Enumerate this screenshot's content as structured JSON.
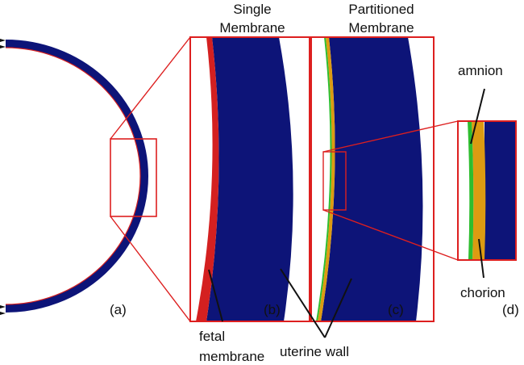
{
  "header": {
    "single_line1": "Single",
    "single_line2": "Membrane",
    "partitioned_line1": "Partitioned",
    "partitioned_line2": "Membrane"
  },
  "panels": {
    "a": "(a)",
    "b": "(b)",
    "c": "(c)",
    "d": "(d)"
  },
  "labels": {
    "fetal_line1": "fetal",
    "fetal_line2": "membrane",
    "uterine_wall": "uterine wall",
    "amnion": "amnion",
    "chorion": "chorion"
  },
  "colors": {
    "uterine_wall": "#0d1478",
    "fetal_membrane": "#d42020",
    "amnion": "#2ebd2e",
    "chorion": "#dc9b12",
    "frame": "#dd1f1f",
    "annotation": "#111111"
  }
}
